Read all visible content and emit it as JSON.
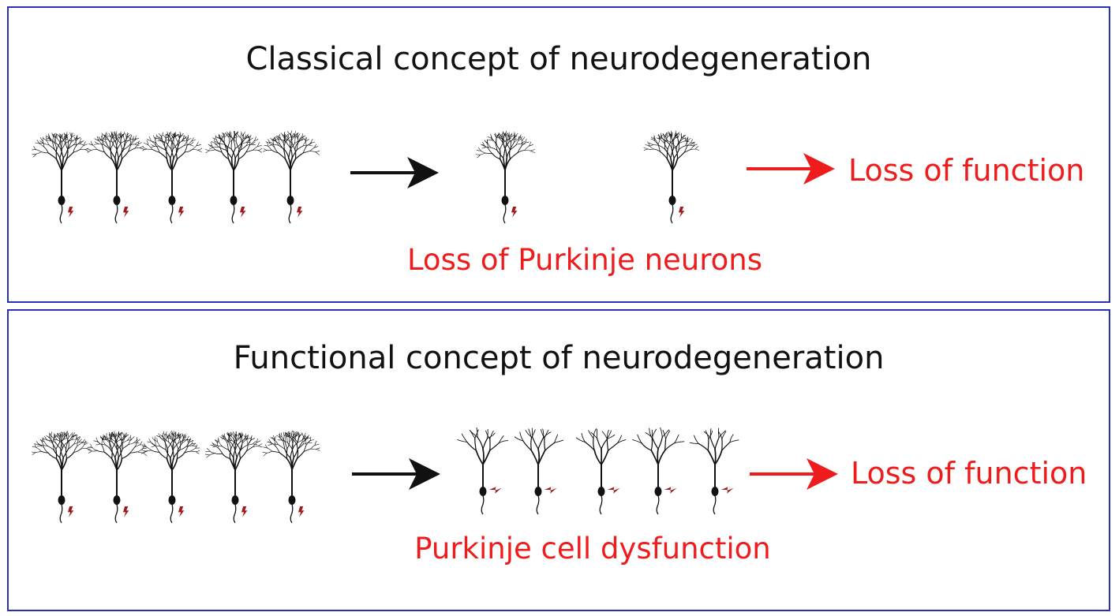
{
  "colors": {
    "border": "#2a2fb8",
    "neuron": "#111111",
    "highlight": "#ee1c1c",
    "bolt": "#9e1a1a"
  },
  "panels": [
    {
      "title": "Classical concept of neurodegeneration",
      "caption": "Loss of Purkinje neurons",
      "result": "Loss of function",
      "neurons_before": 5,
      "neurons_after": 2,
      "after_state": "lost"
    },
    {
      "title": "Functional concept of neurodegeneration",
      "caption": "Purkinje cell dysfunction",
      "result": "Loss of function",
      "neurons_before": 5,
      "neurons_after": 5,
      "after_state": "dysfunctional"
    }
  ]
}
